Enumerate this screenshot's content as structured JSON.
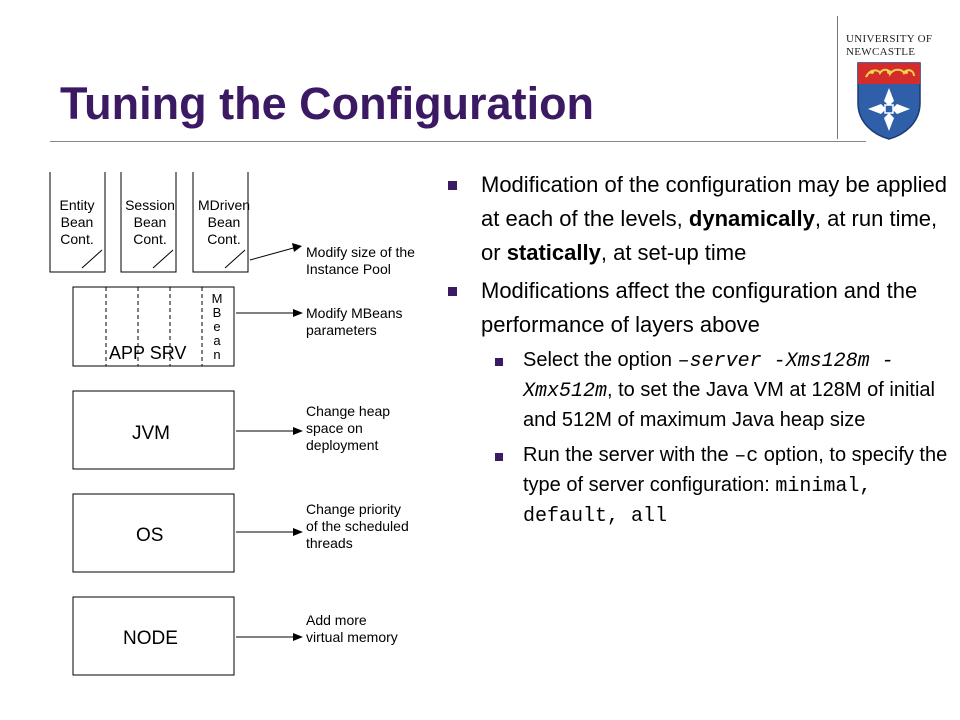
{
  "slide": {
    "title": "Tuning the Configuration",
    "logo_line1": "UNIVERSITY OF",
    "logo_line2": "NEWCASTLE",
    "accent_color": "#3b1a63"
  },
  "bullets": {
    "b1": {
      "t1": "Modification of the configuration may be applied at each of the levels, ",
      "bold1": "dynamically",
      "t2": ", at run time, or ",
      "bold2": "statically",
      "t3": ", at set-up time"
    },
    "b2": {
      "text": "Modifications affect the configuration and the performance of layers above"
    },
    "sub1": {
      "t1": "Select the option ",
      "code": "–server -Xms128m -Xmx512m",
      "t2": ", to set the Java VM at 128M of initial and 512M of maximum Java heap size"
    },
    "sub2": {
      "t1": "Run the server with the ",
      "code1": "–c",
      "t2": " option, to specify the type of server configuration: ",
      "code2": "minimal, default, all"
    }
  },
  "diagram": {
    "containers": [
      {
        "lines": [
          "Entity",
          "Bean",
          "Cont."
        ]
      },
      {
        "lines": [
          "Session",
          "Bean",
          "Cont."
        ]
      },
      {
        "lines": [
          "MDriven",
          "Bean",
          "Cont."
        ]
      }
    ],
    "appsrv_label": "APP SRV",
    "mbean_letters": [
      "M",
      "B",
      "e",
      "a",
      "n"
    ],
    "layers": [
      "JVM",
      "OS",
      "NODE"
    ],
    "actions": [
      [
        "Modify size of the",
        "Instance Pool"
      ],
      [
        "Modify MBeans",
        "parameters"
      ],
      [
        "Change heap",
        "space on",
        "deployment"
      ],
      [
        "Change priority",
        "of the scheduled",
        "threads"
      ],
      [
        "Add more",
        "virtual memory"
      ]
    ]
  }
}
